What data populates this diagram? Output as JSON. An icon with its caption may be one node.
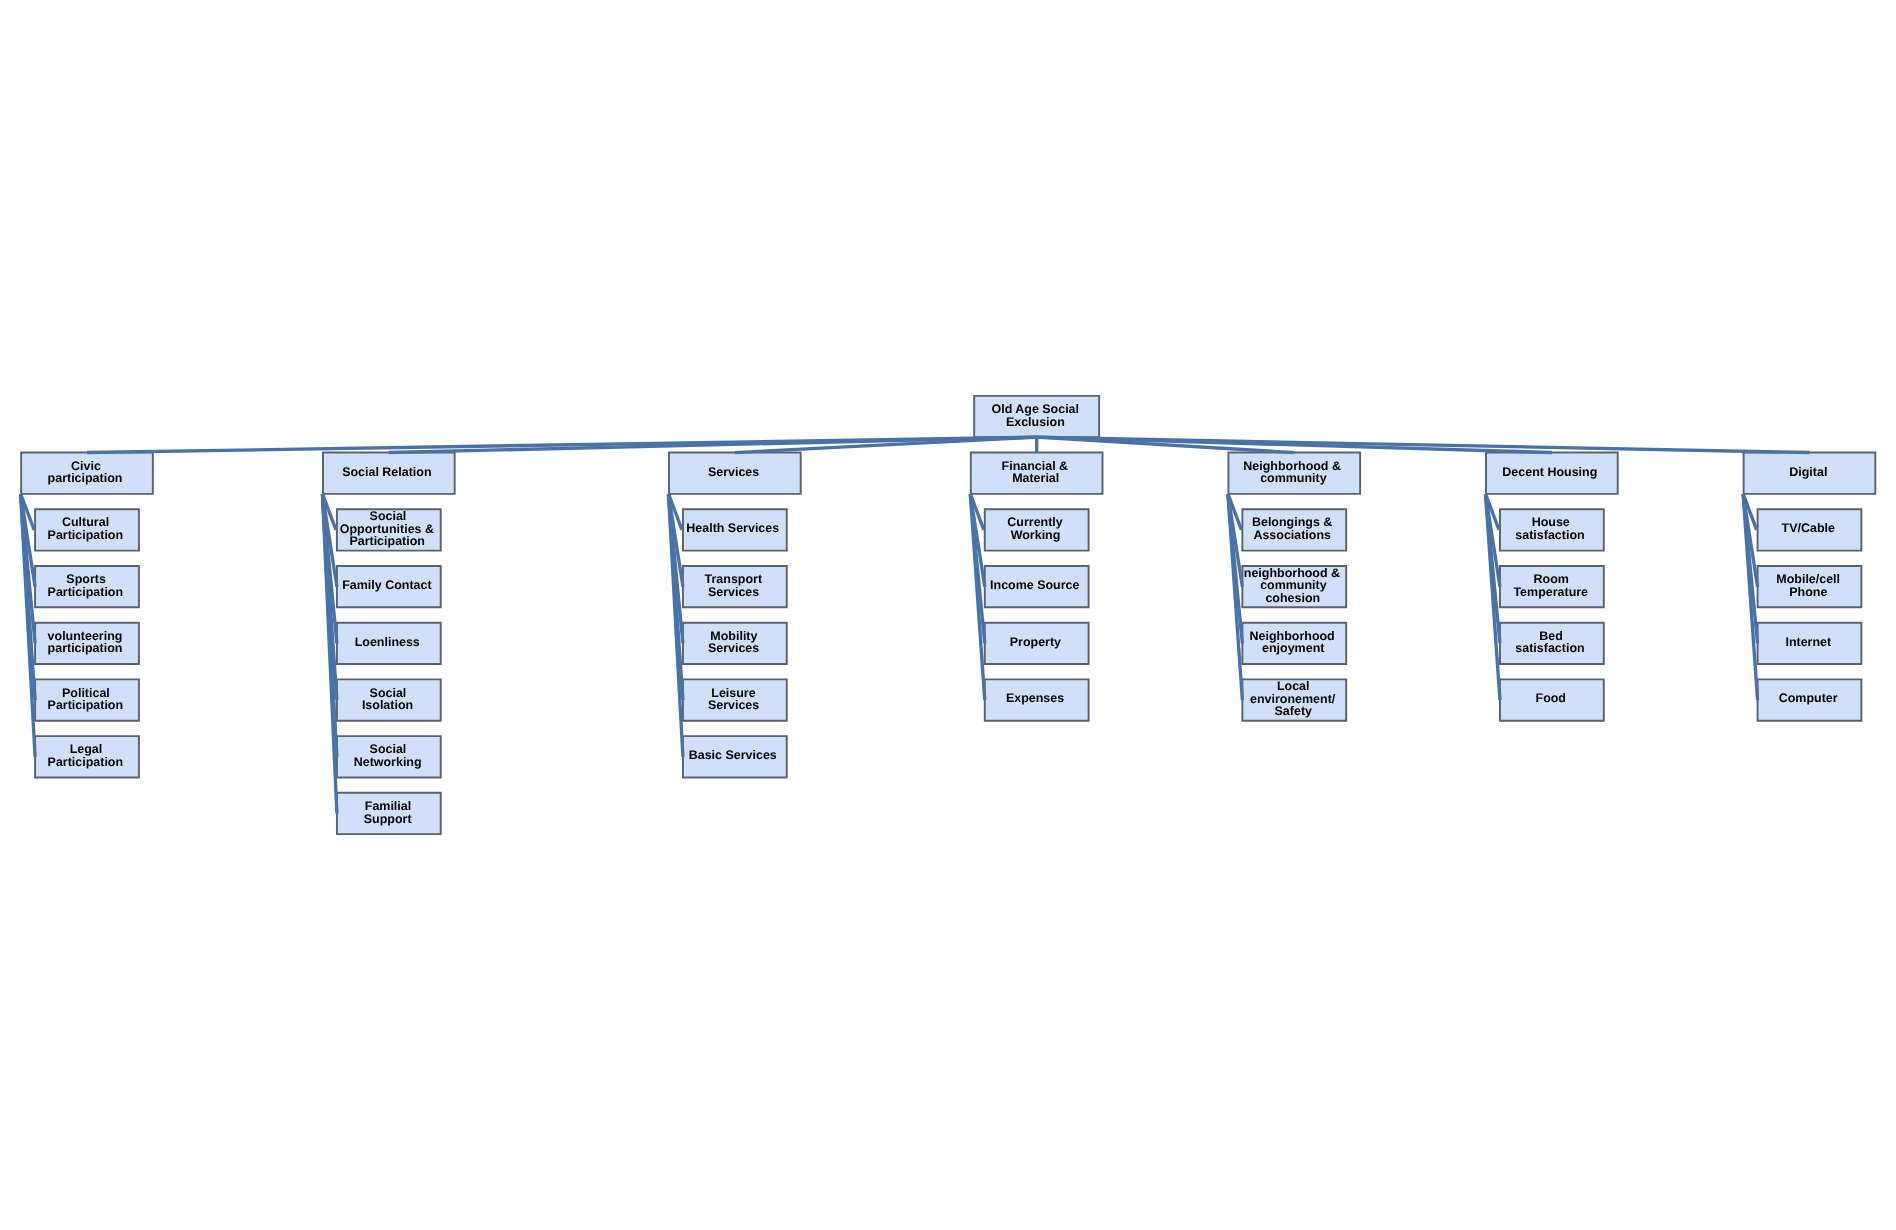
{
  "diagram": {
    "nodes": [
      {
        "text": [
          "Old Age Social Exclusion"
        ]
      },
      {
        "text": [
          "Civic participation"
        ]
      },
      {
        "text": [
          "Cultural Participation"
        ]
      },
      {
        "text": [
          "Sports Participation"
        ]
      },
      {
        "text": [
          "volunteering participation"
        ]
      },
      {
        "text": [
          "Political Participation"
        ]
      },
      {
        "text": [
          "Legal Participation"
        ]
      },
      {
        "text": [
          "Social Relation"
        ]
      },
      {
        "text": [
          "Social Opportunities & Participation"
        ]
      },
      {
        "text": [
          "Family Contact"
        ]
      },
      {
        "text": [
          "Loenliness"
        ]
      },
      {
        "text": [
          "Social Isolation"
        ]
      },
      {
        "text": [
          "Social Networking"
        ]
      },
      {
        "text": [
          "Familial Support"
        ]
      },
      {
        "text": [
          "Services"
        ]
      },
      {
        "text": [
          "Health Services"
        ]
      },
      {
        "text": [
          "Transport Services"
        ]
      },
      {
        "text": [
          "Mobility Services"
        ]
      },
      {
        "text": [
          "Leisure Services"
        ]
      },
      {
        "text": [
          "Basic Services"
        ]
      },
      {
        "text": [
          "Financial & Material"
        ]
      },
      {
        "text": [
          "Currently Working"
        ]
      },
      {
        "text": [
          "Income Source"
        ]
      },
      {
        "text": [
          "Property"
        ]
      },
      {
        "text": [
          "Expenses"
        ]
      },
      {
        "text": [
          "Neighborhood & community"
        ]
      },
      {
        "text": [
          "Belongings & Associations"
        ]
      },
      {
        "text": [
          "neighborhood & community cohesion"
        ]
      },
      {
        "text": [
          "Neighborhood enjoyment"
        ]
      },
      {
        "text": [
          "Local environement/ Safety"
        ]
      },
      {
        "text": [
          "Decent Housing"
        ]
      },
      {
        "text": [
          "House satisfaction"
        ]
      },
      {
        "text": [
          "Room Temperature"
        ]
      },
      {
        "text": [
          "Bed satisfaction"
        ]
      },
      {
        "text": [
          "Food"
        ]
      },
      {
        "text": [
          "Digital"
        ]
      },
      {
        "text": [
          "TV/Cable"
        ]
      },
      {
        "text": [
          "Mobile/cell Phone"
        ]
      },
      {
        "text": [
          "Internet"
        ]
      },
      {
        "text": [
          "Computer"
        ]
      }
    ],
    "edges": [
      {
        "from": 0,
        "to": 1,
        "arrow": "none"
      },
      {
        "from": 0,
        "to": 7,
        "arrow": "none"
      },
      {
        "from": 0,
        "to": 14,
        "arrow": "none"
      },
      {
        "from": 0,
        "to": 20,
        "arrow": "none"
      },
      {
        "from": 0,
        "to": 25,
        "arrow": "none"
      },
      {
        "from": 0,
        "to": 30,
        "arrow": "none"
      },
      {
        "from": 0,
        "to": 35,
        "arrow": "none"
      },
      {
        "from": 1,
        "to": 2,
        "arrow": "none"
      },
      {
        "from": 1,
        "to": 3,
        "arrow": "none"
      },
      {
        "from": 1,
        "to": 4,
        "arrow": "none"
      },
      {
        "from": 1,
        "to": 5,
        "arrow": "none"
      },
      {
        "from": 1,
        "to": 6,
        "arrow": "none"
      },
      {
        "from": 7,
        "to": 8,
        "arrow": "none"
      },
      {
        "from": 7,
        "to": 9,
        "arrow": "none"
      },
      {
        "from": 7,
        "to": 10,
        "arrow": "none"
      },
      {
        "from": 7,
        "to": 11,
        "arrow": "none"
      },
      {
        "from": 7,
        "to": 12,
        "arrow": "none"
      },
      {
        "from": 7,
        "to": 13,
        "arrow": "none"
      },
      {
        "from": 14,
        "to": 15,
        "arrow": "none"
      },
      {
        "from": 14,
        "to": 16,
        "arrow": "none"
      },
      {
        "from": 14,
        "to": 17,
        "arrow": "none"
      },
      {
        "from": 14,
        "to": 18,
        "arrow": "none"
      },
      {
        "from": 14,
        "to": 19,
        "arrow": "none"
      },
      {
        "from": 20,
        "to": 21,
        "arrow": "none"
      },
      {
        "from": 20,
        "to": 22,
        "arrow": "none"
      },
      {
        "from": 20,
        "to": 23,
        "arrow": "none"
      },
      {
        "from": 20,
        "to": 24,
        "arrow": "none"
      },
      {
        "from": 25,
        "to": 26,
        "arrow": "none"
      },
      {
        "from": 25,
        "to": 27,
        "arrow": "none"
      },
      {
        "from": 25,
        "to": 28,
        "arrow": "none"
      },
      {
        "from": 25,
        "to": 29,
        "arrow": "none"
      },
      {
        "from": 30,
        "to": 31,
        "arrow": "none"
      },
      {
        "from": 30,
        "to": 32,
        "arrow": "none"
      },
      {
        "from": 30,
        "to": 33,
        "arrow": "none"
      },
      {
        "from": 30,
        "to": 34,
        "arrow": "none"
      },
      {
        "from": 35,
        "to": 36,
        "arrow": "none"
      },
      {
        "from": 35,
        "to": 37,
        "arrow": "none"
      },
      {
        "from": 35,
        "to": 38,
        "arrow": "none"
      },
      {
        "from": 35,
        "to": 39,
        "arrow": "none"
      }
    ]
  }
}
